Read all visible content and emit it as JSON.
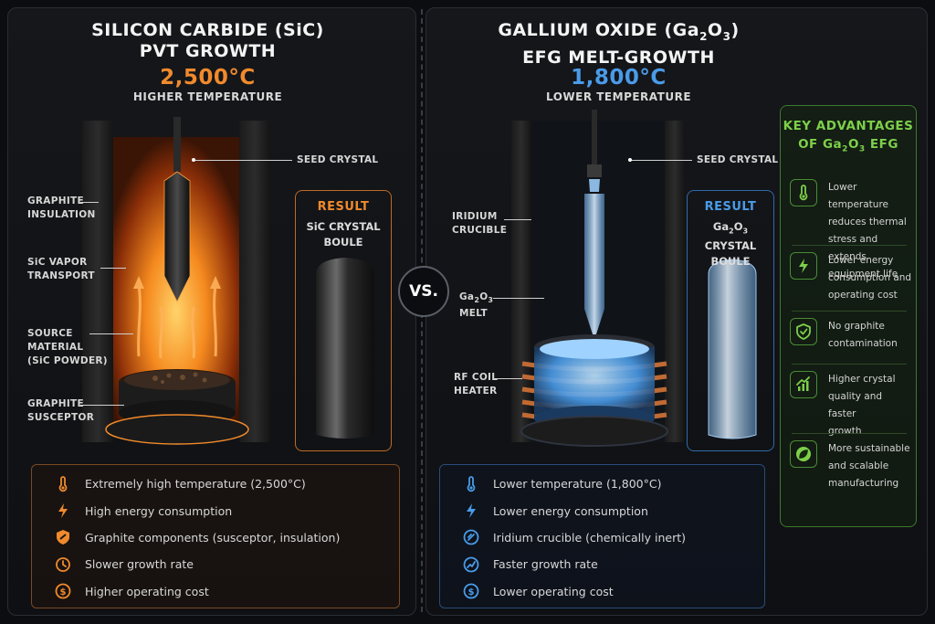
{
  "left": {
    "title_line1": "SILICON CARBIDE (SiC)",
    "title_line2": "PVT GROWTH",
    "temperature": "2,500°C",
    "temperature_note": "HIGHER TEMPERATURE",
    "labels": {
      "seed_crystal": "SEED CRYSTAL",
      "insulation_1": "GRAPHITE",
      "insulation_2": "INSULATION",
      "vapor_1": "SiC VAPOR",
      "vapor_2": "TRANSPORT",
      "source_1": "SOURCE",
      "source_2": "MATERIAL",
      "source_3": "(SiC POWDER)",
      "susceptor_1": "GRAPHITE",
      "susceptor_2": "SUSCEPTOR"
    },
    "result": {
      "heading": "RESULT",
      "line1": "SiC CRYSTAL",
      "line2": "BOULE"
    },
    "list": [
      {
        "icon": "thermometer-icon",
        "text": "Extremely high temperature (2,500°C)"
      },
      {
        "icon": "lightning-icon",
        "text": "High energy consumption"
      },
      {
        "icon": "shield-icon",
        "text": "Graphite components (susceptor, insulation)"
      },
      {
        "icon": "clock-icon",
        "text": "Slower growth rate"
      },
      {
        "icon": "dollar-icon",
        "text": "Higher operating cost"
      }
    ],
    "accent": "#f08a2c"
  },
  "vs": "VS.",
  "right": {
    "title_line1_main": "GALLIUM OXIDE (Ga",
    "title_line1_sub1": "2",
    "title_line1_mid": "O",
    "title_line1_sub2": "3",
    "title_line1_end": ")",
    "title_line2": "EFG MELT-GROWTH",
    "temperature": "1,800°C",
    "temperature_note": "LOWER TEMPERATURE",
    "labels": {
      "seed_crystal": "SEED CRYSTAL",
      "crucible_1": "IRIDIUM",
      "crucible_2": "CRUCIBLE",
      "melt_1": "Ga",
      "melt_sub1": "2",
      "melt_mid": "O",
      "melt_sub2": "3",
      "melt_2": "MELT",
      "coil_1": "RF COIL",
      "coil_2": "HEATER"
    },
    "result": {
      "heading": "RESULT",
      "line1_a": "Ga",
      "line1_sub1": "2",
      "line1_b": "O",
      "line1_sub2": "3",
      "line1_c": " CRYSTAL",
      "line2": "BOULE"
    },
    "list": [
      {
        "icon": "thermometer-icon",
        "text": "Lower temperature (1,800°C)"
      },
      {
        "icon": "lightning-icon",
        "text": "Lower energy consumption"
      },
      {
        "icon": "crucible-icon",
        "text": "Iridium crucible (chemically inert)"
      },
      {
        "icon": "growth-icon",
        "text": "Faster growth rate"
      },
      {
        "icon": "dollar-icon",
        "text": "Lower operating cost"
      }
    ],
    "accent": "#4a9be8"
  },
  "advantages": {
    "heading_line1": "KEY ADVANTAGES",
    "heading_line2_a": "OF Ga",
    "heading_line2_sub1": "2",
    "heading_line2_b": "O",
    "heading_line2_sub2": "3",
    "heading_line2_c": " EFG",
    "items": [
      {
        "icon": "thermometer-icon",
        "lines": [
          "Lower temperature",
          "reduces thermal",
          "stress and extends",
          "equipment life"
        ]
      },
      {
        "icon": "lightning-icon",
        "lines": [
          "Lower energy",
          "consumption and",
          "operating cost"
        ]
      },
      {
        "icon": "shield-check-icon",
        "lines": [
          "No graphite",
          "contamination"
        ]
      },
      {
        "icon": "chart-up-icon",
        "lines": [
          "Higher crystal",
          "quality and faster",
          "growth"
        ]
      },
      {
        "icon": "leaf-icon",
        "lines": [
          "More sustainable",
          "and scalable",
          "manufacturing"
        ]
      }
    ],
    "accent": "#7dd04a"
  }
}
